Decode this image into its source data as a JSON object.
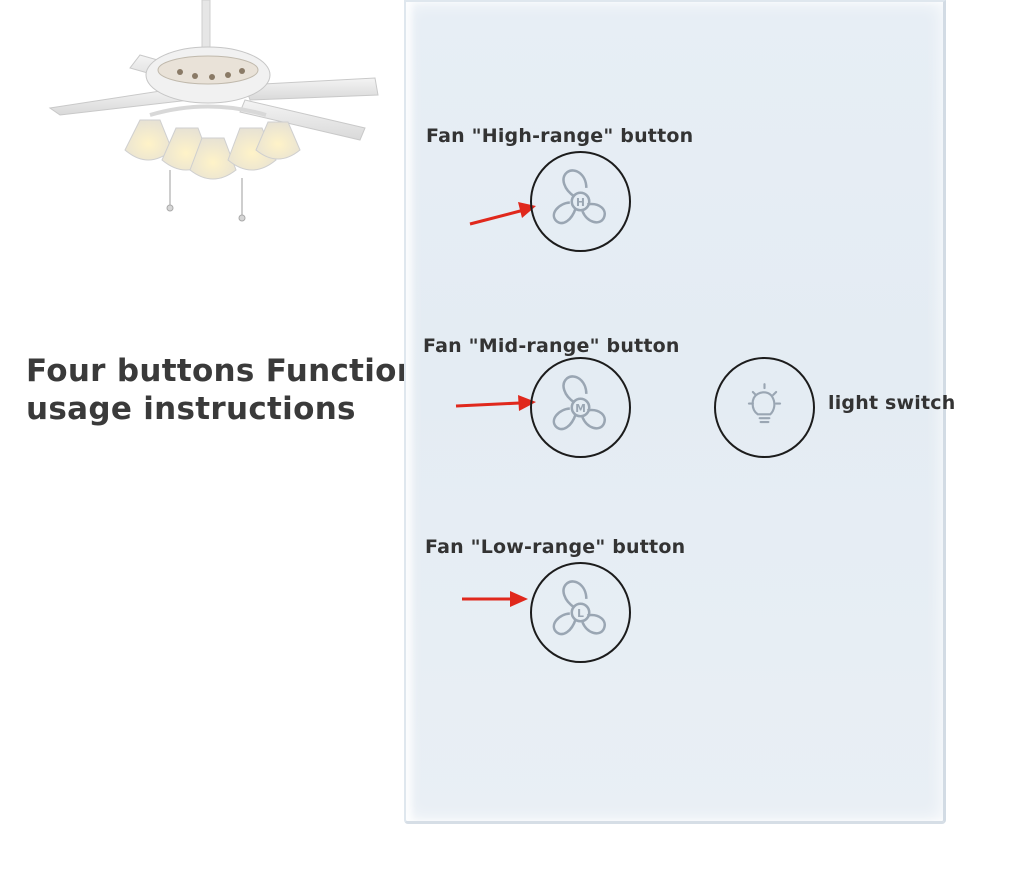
{
  "heading": {
    "line1": "Four buttons Function",
    "line2": "usage instructions"
  },
  "buttons": {
    "high": {
      "label": "Fan \"High-range\" button",
      "letter": "H"
    },
    "mid": {
      "label": "Fan \"Mid-range\" button",
      "letter": "M"
    },
    "low": {
      "label": "Fan \"Low-range\" button",
      "letter": "L"
    },
    "light": {
      "label": "light switch"
    }
  },
  "colors": {
    "arrow": "#e0281c",
    "panel": "#e6edf4",
    "icon": "#9aa6b3",
    "ring": "#1c1c1c"
  }
}
